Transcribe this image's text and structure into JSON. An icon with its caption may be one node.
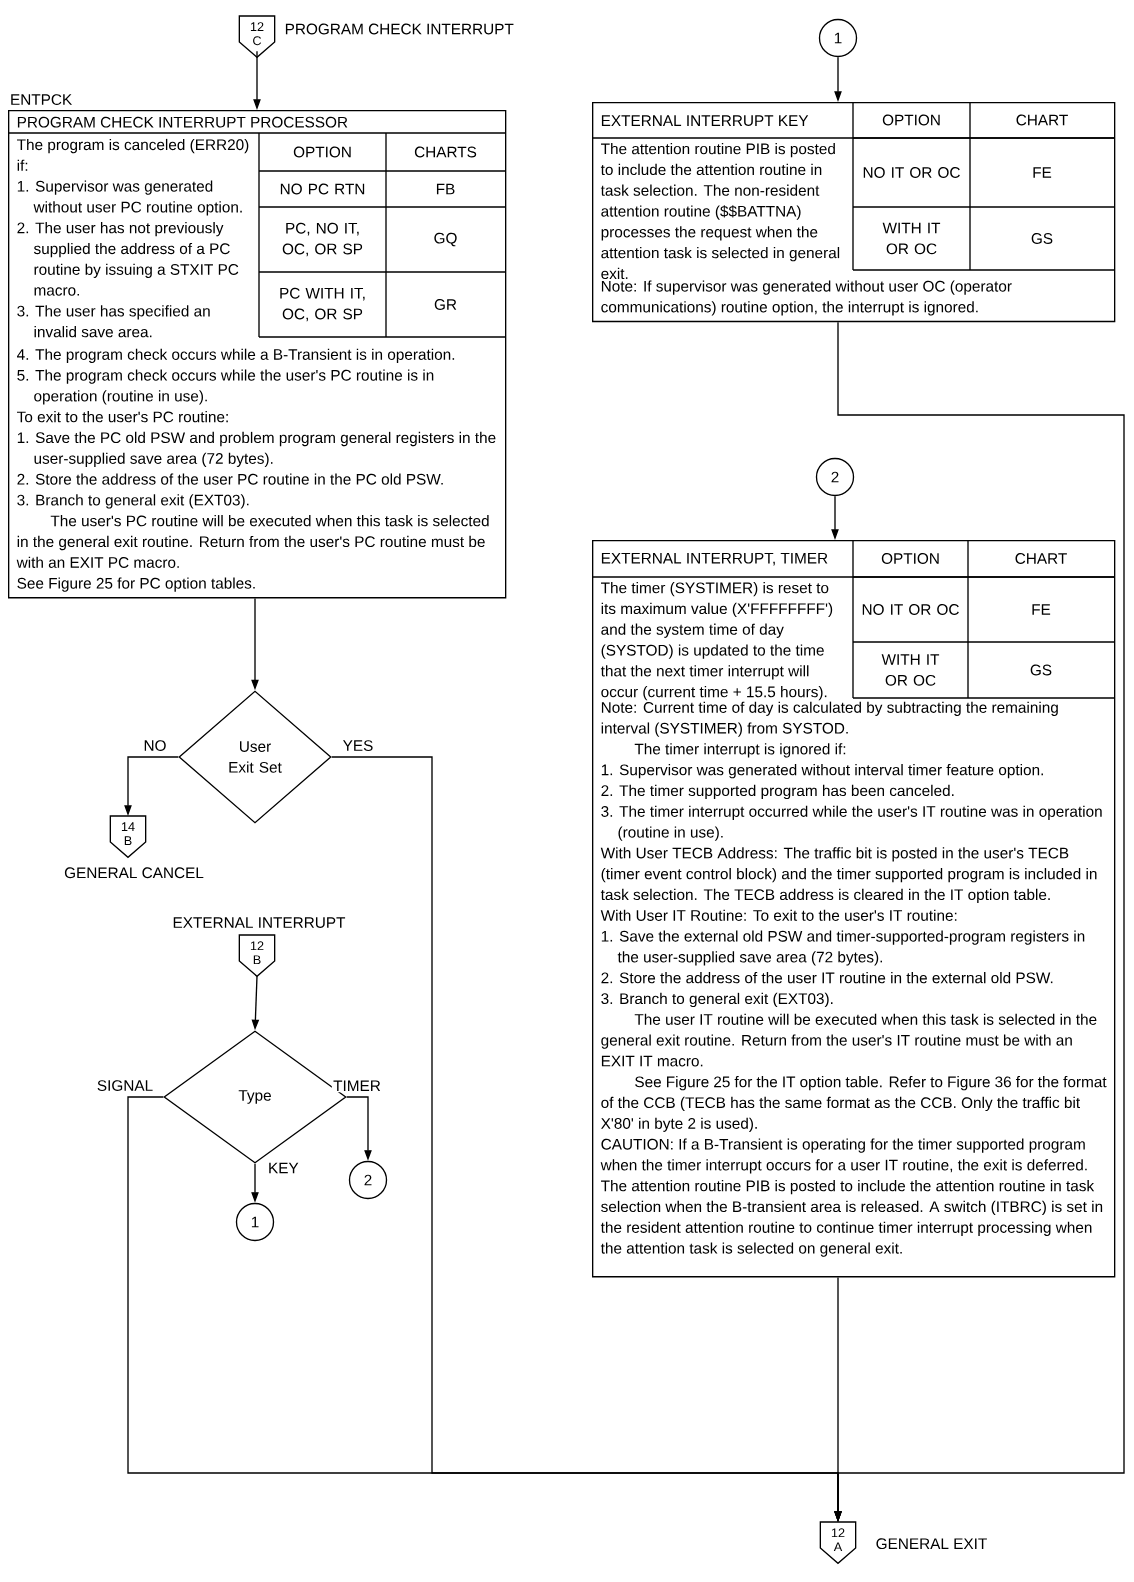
{
  "diagram": {
    "nodes": [
      {
        "text": [
          "12",
          "C"
        ],
        "beside": [
          "PROGRAM CHECK INTERRUPT"
        ]
      },
      {
        "text": [
          "PROGRAM CHECK INTERRUPT PROCESSOR",
          "OPTION",
          "CHARTS",
          "NO PC RTN",
          "FB",
          "PC, NO IT, OC, OR SP",
          "GQ",
          "PC WITH IT, OC, OR SP",
          "GR",
          "The program is canceled (ERR20) if:",
          "1. Supervisor was generated without user PC routine option.",
          "2. The user has not previously supplied the address of a PC routine by issuing a STXIT PC macro.",
          "3. The user has specified an invalid save area.",
          "4. The program check occurs while a B-Transient is in operation.",
          "5. The program check occurs while the user's PC routine is in operation (routine in use).",
          "To exit to the user's PC routine:",
          "1. Save the PC old PSW and problem program general registers in the user-supplied save area (72 bytes).",
          "2. Store the address of the user PC routine in the PC old PSW.",
          "3. Branch to general exit (EXT03).",
          "The user's PC routine will be executed when this task is selected in the general exit routine. Return from the user's PC routine must be with an EXIT PC macro.",
          "See Figure 25 for PC option tables."
        ],
        "beside": [
          "ENTPCK"
        ]
      },
      {
        "text": [
          "User Exit Set"
        ]
      },
      {
        "text": [
          "14",
          "B"
        ],
        "beside": [
          "GENERAL CANCEL"
        ]
      },
      {
        "text": [
          "12",
          "B"
        ],
        "beside": [
          "EXTERNAL INTERRUPT"
        ]
      },
      {
        "text": [
          "Type"
        ]
      },
      {
        "text": [
          "1"
        ]
      },
      {
        "text": [
          "2"
        ]
      },
      {
        "text": [
          "1"
        ]
      },
      {
        "text": [
          "EXTERNAL INTERRUPT KEY",
          "OPTION",
          "CHART",
          "NO IT OR OC",
          "FE",
          "WITH IT OR OC",
          "GS",
          "The attention routine PIB is posted to include the attention routine in task selection. The non-resident attention routine ($$BATTNA) processes the request when the attention task is selected in general exit.",
          "Note: If supervisor was generated without user OC (operator communications) routine option, the interrupt is ignored."
        ]
      },
      {
        "text": [
          "2"
        ]
      },
      {
        "text": [
          "EXTERNAL INTERRUPT, TIMER",
          "OPTION",
          "CHART",
          "NO IT OR OC",
          "FE",
          "WITH IT OR OC",
          "GS",
          "The timer (SYSTIMER) is reset to its maximum value (X'FFFFFFFF') and the system time of day (SYSTOD) is updated to the time that the next timer interrupt will occur (current time + 15.5 hours).",
          "Note: Current time of day is calculated by subtracting the remaining interval (SYSTIMER) from SYSTOD.",
          "The timer interrupt is ignored if:",
          "1. Supervisor was generated without interval timer feature option.",
          "2. The timer supported program has been canceled.",
          "3. The timer interrupt occurred while the user's IT routine was in operation (routine in use).",
          "With User TECB Address: The traffic bit is posted in the user's TECB (timer event control block) and the timer supported program is included in task selection. The TECB address is cleared in the IT option table.",
          "With User IT Routine: To exit to the user's IT routine:",
          "1. Save the external old PSW and timer-supported-program registers in the user-supplied save area (72 bytes).",
          "2. Store the address of the user IT routine in the external old PSW.",
          "3. Branch to general exit (EXT03).",
          "The user IT routine will be executed when this task is selected in the general exit routine. Return from the user's IT routine must be with an EXIT IT macro.",
          "See Figure 25 for the IT option table. Refer to Figure 36 for the format of the CCB (TECB has the same format as the CCB. Only the traffic bit X'80' in byte 2 is used).",
          "CAUTION: If a B-Transient is operating for the timer supported program when the timer interrupt occurs for a user IT routine, the exit is deferred. The attention routine PIB is posted to include the attention routine in task selection when the B-transient area is released. A switch (ITBRC) is set in the resident attention routine to continue timer interrupt processing when the attention task is selected on general exit."
        ]
      },
      {
        "text": [
          "12",
          "A"
        ],
        "beside": [
          "GENERAL EXIT"
        ]
      }
    ],
    "edges": [
      {
        "from": 0,
        "to": 1,
        "arrow": "to"
      },
      {
        "from": 1,
        "to": 2,
        "arrow": "to"
      },
      {
        "from": 2,
        "to": 3,
        "arrow": "to",
        "label": "NO"
      },
      {
        "from": 2,
        "to": 12,
        "arrow": "to",
        "label": "YES"
      },
      {
        "from": 4,
        "to": 5,
        "arrow": "to"
      },
      {
        "from": 5,
        "to": 6,
        "arrow": "to",
        "label": "KEY"
      },
      {
        "from": 5,
        "to": 7,
        "arrow": "to",
        "label": "TIMER"
      },
      {
        "from": 5,
        "to": 12,
        "arrow": "to",
        "label": "SIGNAL"
      },
      {
        "from": 8,
        "to": 9,
        "arrow": "to"
      },
      {
        "from": 9,
        "to": 12,
        "arrow": "to"
      },
      {
        "from": 10,
        "to": 11,
        "arrow": "to"
      },
      {
        "from": 11,
        "to": 12,
        "arrow": "to"
      }
    ]
  }
}
